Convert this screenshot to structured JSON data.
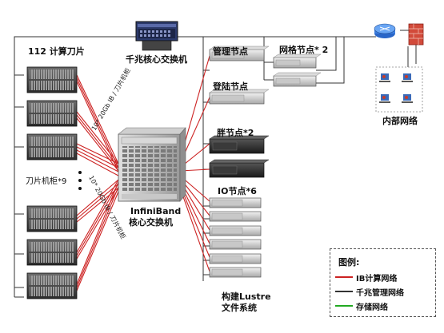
{
  "labels": {
    "blade_compute": "112 计算刀片",
    "core_switch": "千兆核心交换机",
    "mgmt_node": "管理节点",
    "login_node": "登陆节点",
    "fat_node": "胖节点*2",
    "io_node": "IO节点*6",
    "grid_node": "网格节点* 2",
    "internal_net": "内部网络",
    "blade_chassis": "刀片机柜*9",
    "ib_switch_line1": "InfiniBand",
    "ib_switch_line2": "核心交换机",
    "lustre_line1": "构建Lustre",
    "lustre_line2": "文件系统",
    "upper_link": "10* 20Gb IB / 刀片机柜",
    "lower_link": "10* 20Gb IB / 刀片机柜"
  },
  "legend": {
    "title": "图例:",
    "items": [
      {
        "label": "IB计算网络",
        "color": "#cc2222"
      },
      {
        "label": "千兆管理网络",
        "color": "#333333"
      },
      {
        "label": "存储网络",
        "color": "#22aa22"
      }
    ]
  }
}
